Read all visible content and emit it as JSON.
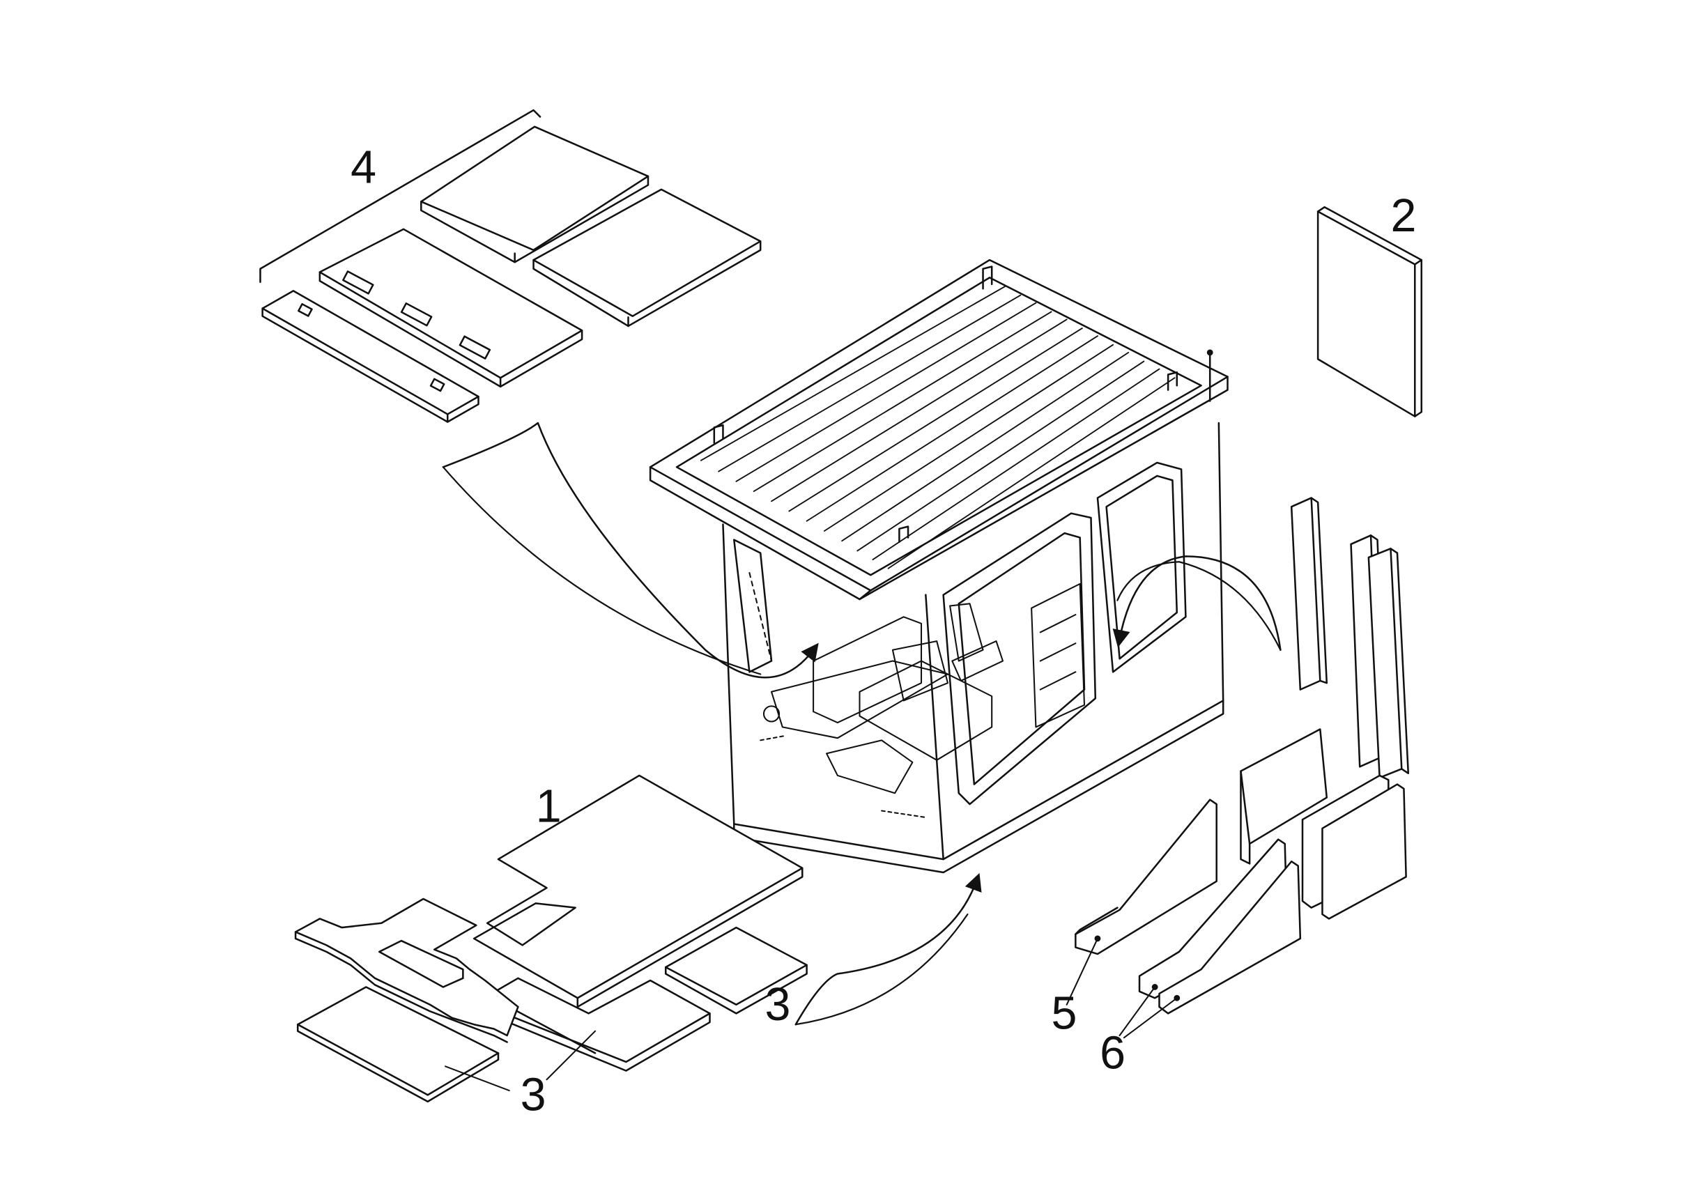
{
  "colors": {
    "ink": "#111111",
    "paper": "#ffffff",
    "panel_fill": "#ffffff"
  },
  "callouts": {
    "item_1": "1",
    "item_2": "2",
    "item_3a": "3",
    "item_3b": "3",
    "item_4": "4",
    "item_5": "5",
    "item_6": "6"
  }
}
